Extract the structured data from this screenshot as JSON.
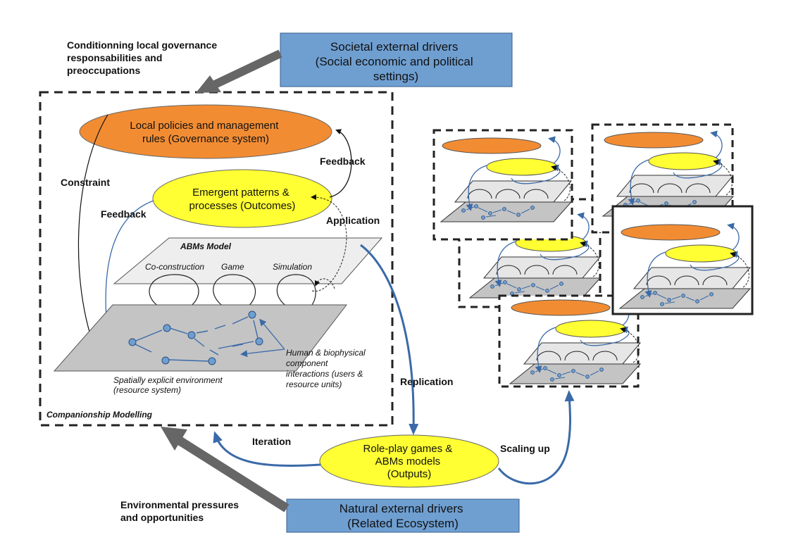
{
  "labels": {
    "conditioning": [
      "Conditionning local governance",
      "responsabilities and",
      "preoccupations"
    ],
    "societal": [
      "Societal external drivers",
      "(Social economic and political",
      "settings)"
    ],
    "local_policies": [
      "Local policies and management",
      "rules (Governance system)"
    ],
    "feedback_right": "Feedback",
    "constraint": "Constraint",
    "feedback_left": "Feedback",
    "emergent": [
      "Emergent patterns &",
      "processes (Outcomes)"
    ],
    "application": "Application",
    "abms_model": "ABMs Model",
    "coconstruction": "Co-construction",
    "game": "Game",
    "simulation": "Simulation",
    "human_bio": [
      "Human & biophysical",
      "component",
      "interactions (users &",
      "resource units)"
    ],
    "spatial": [
      "Spatially explicit environment",
      "(resource system)"
    ],
    "companionship": "Companionship Modelling",
    "replication": "Replication",
    "iteration": "Iteration",
    "roleplay": [
      "Role-play games &",
      "ABMs models",
      "(Outputs)"
    ],
    "scaling": "Scaling up",
    "environmental": [
      "Environmental pressures",
      "and opportunities"
    ],
    "natural": [
      "Natural external drivers",
      "(Related Ecosystem)"
    ]
  },
  "colors": {
    "box_blue": "#6f9fd1",
    "orange": "#f28c33",
    "yellow": "#ffff33",
    "arrow_blue": "#3a6aa8",
    "arrow_grey": "#666666",
    "plane_light": "#eeeeee",
    "plane_dark": "#c4c4c4",
    "node_blue": "#6f9fd1"
  }
}
